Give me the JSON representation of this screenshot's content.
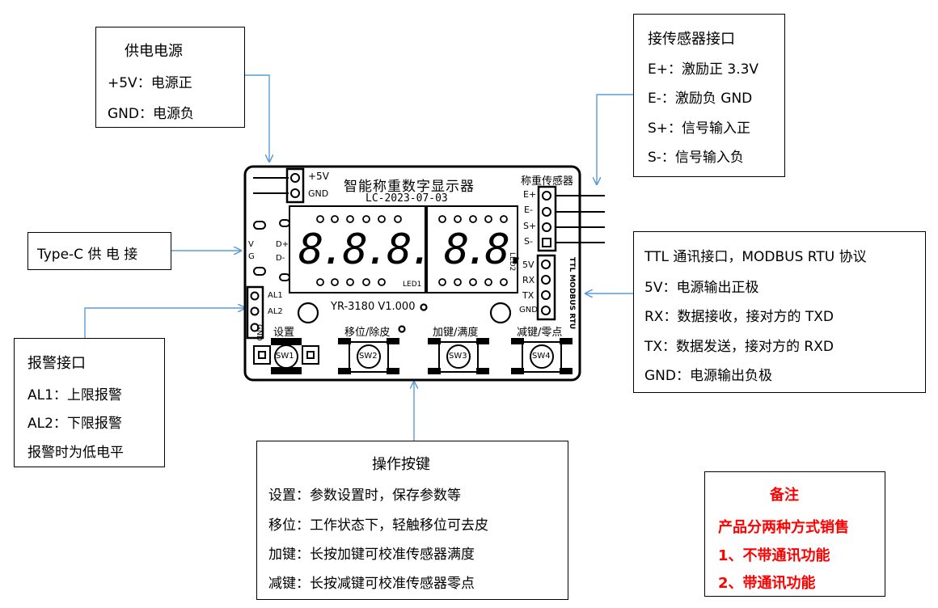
{
  "power_box": {
    "title": "供电电源",
    "lines": [
      "+5V：电源正",
      "GND：电源负"
    ]
  },
  "sensor_box": {
    "title": "接传感器接口",
    "lines": [
      "E+：激励正 3.3V",
      "E-：激励负 GND",
      "S+：信号输入正",
      "S-：信号输入负"
    ]
  },
  "typec_box": {
    "label": "Type-C 供 电 接"
  },
  "comm_box": {
    "lines": [
      "TTL 通讯接口，MODBUS RTU 协议",
      "5V：电源输出正极",
      "RX：数据接收，接对方的 TXD",
      "TX：数据发送，接对方的 RXD",
      "GND：电源输出负极"
    ]
  },
  "alarm_box": {
    "title": "报警接口",
    "lines": [
      "AL1：上限报警",
      "AL2：下限报警",
      "报警时为低电平"
    ]
  },
  "keys_box": {
    "title": "操作按键",
    "lines": [
      "设置：参数设置时，保存参数等",
      "移位：工作状态下，轻触移位可去皮",
      "加键：长按加键可校准传感器满度",
      "减键：长按减键可校准传感器零点"
    ]
  },
  "note_box": {
    "title": "备注",
    "lines": [
      "产品分两种方式销售",
      "1、不带通讯功能",
      "2、带通讯功能"
    ]
  },
  "board": {
    "title": "智能称重数字显示器",
    "date": "LC-2023-07-03",
    "model": "YR-3180 V1.000",
    "power_pins": [
      "+5V",
      "GND"
    ],
    "sensor_label": "称重传感器",
    "sensor_pins": [
      "E+",
      "E-",
      "S+",
      "S-"
    ],
    "usb_pins": [
      "V",
      "G",
      "D+",
      "D-"
    ],
    "alarm_pins": [
      "AL1",
      "AL2",
      "GND"
    ],
    "comm_pins": [
      "5V",
      "RX",
      "TX",
      "GND"
    ],
    "comm_label": "TTL MODBUS RTU",
    "led1_label": "LED1",
    "led2_label": "LED2",
    "led1_digits": "8.8.8.",
    "led2_digits": "8.8.",
    "buttons": [
      {
        "label": "设置",
        "id": "SW1"
      },
      {
        "label": "移位/除皮",
        "id": "SW2"
      },
      {
        "label": "加键/满度",
        "id": "SW3"
      },
      {
        "label": "减键/零点",
        "id": "SW4"
      }
    ]
  },
  "colors": {
    "arrow": "#5b9bd5",
    "note": "#ff0000",
    "pcb_line": "#000000"
  }
}
